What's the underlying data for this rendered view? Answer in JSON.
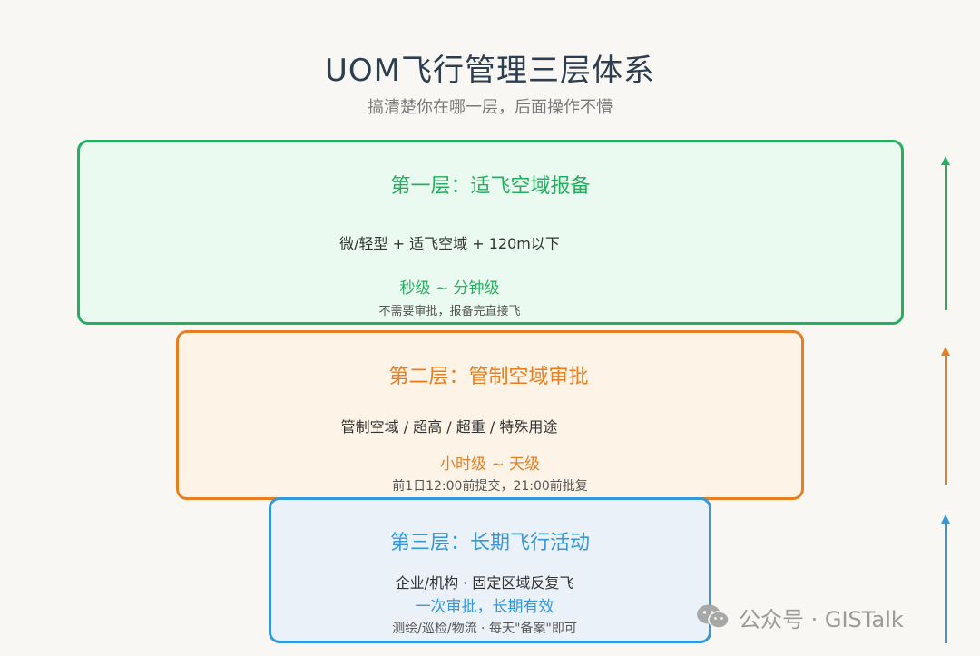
{
  "title": "UOM飞行管理三层体系",
  "subtitle": "搞清楚你在哪一层，后面操作不懵",
  "layers": [
    {
      "heading": "第一层：适飞空域报备",
      "scope": "微/轻型 + 适飞空域 + 120m以下",
      "speed": "秒级 ~ 分钟级",
      "note": "不需要审批，报备完直接飞",
      "color": "#27ae60"
    },
    {
      "heading": "第二层：管制空域审批",
      "scope": "管制空域 / 超高 / 超重 / 特殊用途",
      "speed": "小时级 ~ 天级",
      "note": "前1日12:00前提交，21:00前批复",
      "color": "#e67e22"
    },
    {
      "heading": "第三层：长期飞行活动",
      "scope": "企业/机构 · 固定区域反复飞",
      "speed": "一次审批，长期有效",
      "note": "测绘/巡检/物流 · 每天\"备案\"即可",
      "color": "#3498db"
    }
  ],
  "watermark": {
    "icon": "wechat-icon",
    "text": "公众号 · GISTalk"
  }
}
